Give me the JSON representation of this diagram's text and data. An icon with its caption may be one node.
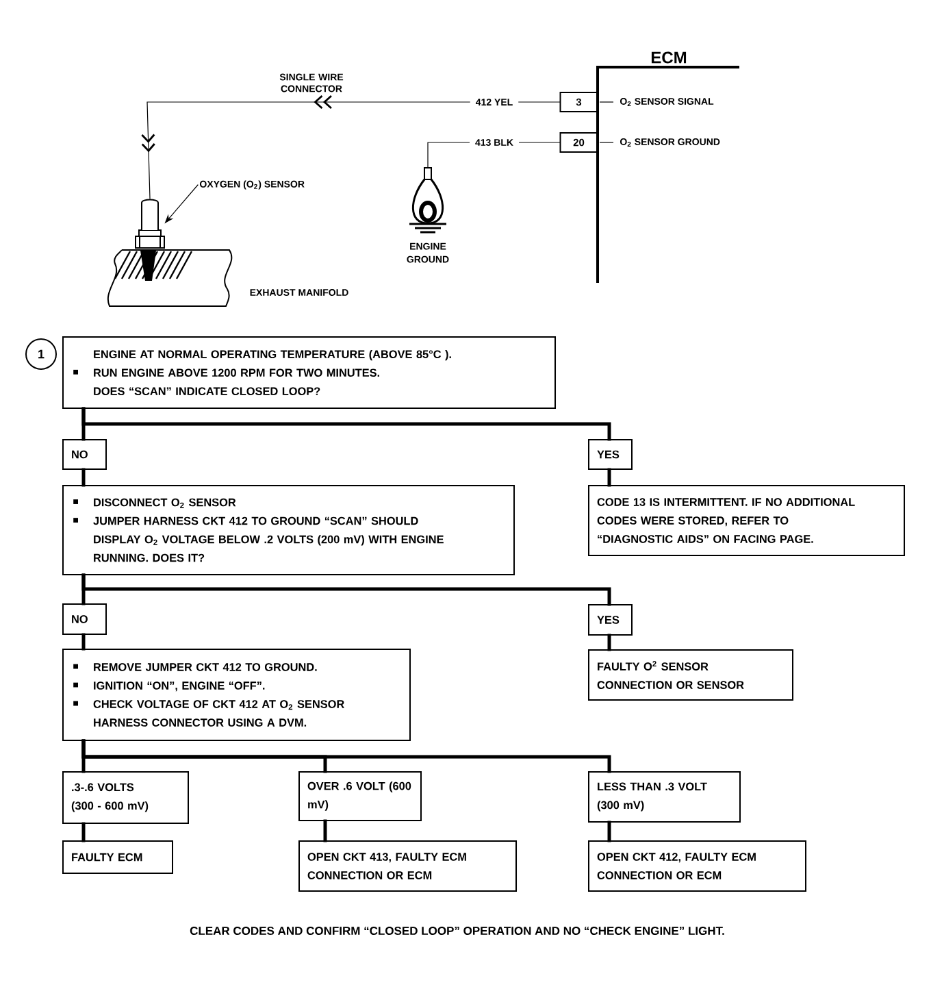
{
  "diagram": {
    "nodes": [
      {
        "text": [
          "ECM"
        ]
      },
      {
        "text": [
          "3"
        ]
      },
      {
        "text": [
          "20"
        ]
      },
      {
        "text": [],
        "shape": "picture"
      },
      {
        "text": [
          "ENGINE GROUND"
        ]
      },
      {
        "text": [
          "OXYGEN (O$_{2}$) SENSOR"
        ]
      },
      {
        "text": [
          "1"
        ]
      },
      {
        "text": [
          "ENGINE AT NORMAL OPERATING TEMPERATURE (ABOVE 85°C ).",
          "RUN ENGINE ABOVE 1200 RPM FOR TWO MINUTES. DOES “SCAN” INDICATE CLOSED LOOP?"
        ]
      },
      {
        "text": [
          "NO"
        ]
      },
      {
        "text": [
          "YES"
        ]
      },
      {
        "text": [
          "DISCONNECT O$_{2}$ SENSOR",
          "JUMPER HARNESS CKT 412 TO GROUND “SCAN” SHOULD DISPLAY O$_{2}$ VOLTAGE BELOW .2 VOLTS (200 mV) WITH ENGINE RUNNING. DOES IT?"
        ]
      },
      {
        "text": [
          "CODE 13 IS INTERMITTENT. IF NO ADDITIONAL CODES WERE STORED, REFER TO “DIAGNOSTIC AIDS” ON FACING PAGE."
        ]
      },
      {
        "text": [
          "NO"
        ]
      },
      {
        "text": [
          "YES"
        ]
      },
      {
        "text": [
          "REMOVE JUMPER CKT 412 TO GROUND.",
          "IGNITION “ON”, ENGINE “OFF”.",
          "CHECK VOLTAGE OF CKT 412 AT O$_{2}$ SENSOR HARNESS CONNECTOR USING A DVM."
        ]
      },
      {
        "text": [
          "FAULTY O$^{2}$ SENSOR CONNECTION OR SENSOR"
        ]
      },
      {
        "text": [
          ".3-.6 VOLTS (300 - 600 mV)"
        ]
      },
      {
        "text": [
          "OVER .6 VOLT (600 mV)"
        ]
      },
      {
        "text": [
          "LESS THAN .3 VOLT (300 mV)"
        ]
      },
      {
        "text": [
          "FAULTY ECM"
        ]
      },
      {
        "text": [
          "OPEN CKT 413, FAULTY ECM CONNECTION OR ECM"
        ]
      },
      {
        "text": [
          "OPEN CKT 412, FAULTY ECM CONNECTION OR ECM"
        ]
      }
    ],
    "edges": [
      {
        "from": 1,
        "to": 3,
        "arrow": "to",
        "label": "412 YEL"
      },
      {
        "from": 2,
        "to": 4,
        "arrow": "none",
        "label": "413 BLK"
      },
      {
        "from": 5,
        "to": 3,
        "arrow": "to"
      },
      {
        "from": 7,
        "to": 8,
        "arrow": "none"
      },
      {
        "from": 7,
        "to": 9,
        "arrow": "none"
      },
      {
        "from": 8,
        "to": 10,
        "arrow": "none"
      },
      {
        "from": 9,
        "to": 11,
        "arrow": "none"
      },
      {
        "from": 10,
        "to": 12,
        "arrow": "none"
      },
      {
        "from": 10,
        "to": 13,
        "arrow": "none"
      },
      {
        "from": 12,
        "to": 14,
        "arrow": "none"
      },
      {
        "from": 13,
        "to": 15,
        "arrow": "none"
      },
      {
        "from": 14,
        "to": 16,
        "arrow": "none"
      },
      {
        "from": 14,
        "to": 17,
        "arrow": "none"
      },
      {
        "from": 14,
        "to": 18,
        "arrow": "none"
      },
      {
        "from": 16,
        "to": 19,
        "arrow": "none"
      },
      {
        "from": 17,
        "to": 20,
        "arrow": "none"
      },
      {
        "from": 18,
        "to": 21,
        "arrow": "none"
      }
    ],
    "labels": [
      "SINGLE WIRE CONNECTOR",
      "O$_{2}$ SENSOR SIGNAL",
      "O$_{2}$ SENSOR GROUND",
      "EXHAUST MANIFOLD",
      "CLEAR CODES AND CONFIRM “CLOSED LOOP” OPERATION AND NO “CHECK ENGINE” LIGHT."
    ]
  }
}
